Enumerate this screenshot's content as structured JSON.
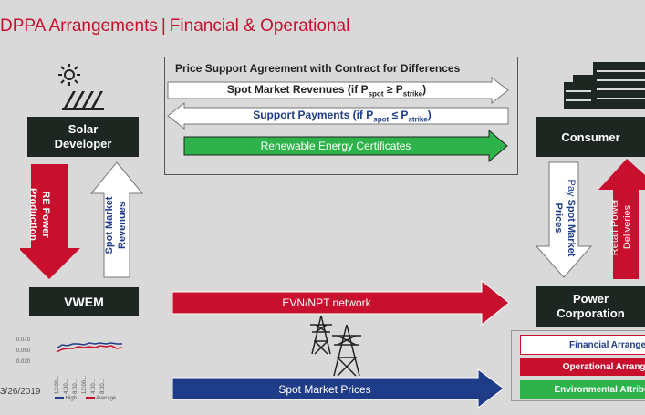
{
  "header": {
    "title": "DPPA Arrangements",
    "separator": "|",
    "subtitle": "Financial & Operational"
  },
  "agreement": {
    "title": "Price Support Agreement with Contract for Differences",
    "spot_revenues": {
      "prefix": "Spot Market Revenues (if P",
      "sub1": "spot",
      "mid": " ≥ P",
      "sub2": "strike",
      "suffix": ")"
    },
    "support_payments": {
      "prefix": "Support Payments (if P",
      "sub1": "spot",
      "mid": " ≤ P",
      "sub2": "strike",
      "suffix": ")"
    },
    "rec": "Renewable Energy Certificates"
  },
  "nodes": {
    "solar_line1": "Solar",
    "solar_line2": "Developer",
    "vwem": "VWEM",
    "consumer": "Consumer",
    "power_line1": "Power",
    "power_line2": "Corporation"
  },
  "vertical_arrows": {
    "re_power_1": "RE Power",
    "re_power_2": "Production",
    "spot_rev_1": "Spot Market",
    "spot_rev_2": "Revenues",
    "pay_spot_1": "Pay ",
    "pay_spot_1b": "Spot Market",
    "pay_spot_2": "Prices",
    "retail_1": "Retail Power",
    "retail_2": "Deliveries"
  },
  "flows": {
    "network": "EVN/NPT network",
    "spot_prices": "Spot Market Prices"
  },
  "legend": {
    "financial": "Financial Arrangement",
    "operational": "Operational Arrangement",
    "environmental": "Environmental Attribute"
  },
  "mini_chart": {
    "y_ticks": [
      "0.070",
      "0.050",
      "0.030"
    ],
    "x_ticks": [
      "12:00...",
      "4:00...",
      "8:00...",
      "12:00...",
      "4:00...",
      "8:00..."
    ],
    "legend_high": "High",
    "legend_avg": "Average",
    "colors": {
      "high": "#1f3c88",
      "average": "#c8102e"
    }
  },
  "footer": {
    "date": "3/26/2019"
  },
  "colors": {
    "red": "#c8102e",
    "navy": "#1f3c88",
    "green": "#2db34a",
    "dark": "#1e2622"
  }
}
